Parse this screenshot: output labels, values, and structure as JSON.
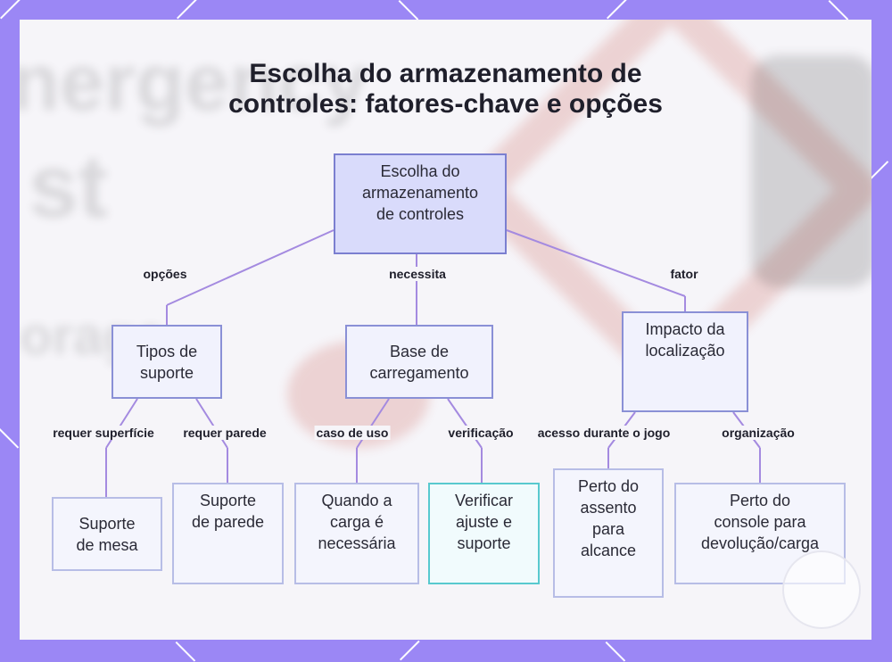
{
  "title_lines": [
    "Escolha do armazenamento de",
    "controles: fatores-chave e opções"
  ],
  "root": {
    "lines": [
      "Escolha do",
      "armazenamento",
      "de controles"
    ]
  },
  "edge_labels": {
    "opcoes": "opções",
    "necessita": "necessita",
    "fator": "fator",
    "requer_superficie": "requer superfície",
    "requer_parede": "requer parede",
    "caso_de_uso": "caso de uso",
    "verificacao": "verificação",
    "acesso": "acesso durante o jogo",
    "organizacao": "organização"
  },
  "level1": {
    "tipos": [
      "Tipos de",
      "suporte"
    ],
    "base": [
      "Base de",
      "carregamento"
    ],
    "impacto": [
      "Impacto da",
      "localização"
    ]
  },
  "leaves": {
    "mesa": [
      "Suporte",
      "de mesa"
    ],
    "parede": [
      "Suporte",
      "de parede"
    ],
    "quando": [
      "Quando a",
      "carga é",
      "necessária"
    ],
    "verificar": [
      "Verificar",
      "ajuste e",
      "suporte"
    ],
    "perto_assento": [
      "Perto do",
      "assento",
      "para",
      "alcance"
    ],
    "perto_console": [
      "Perto do",
      "console para",
      "devolução/carga"
    ]
  },
  "colors": {
    "frame": "#9b87f5",
    "node_border": "#b7bde6",
    "root_fill": "#d9dbfb",
    "edge": "#a48ae0",
    "highlight": "#58c9cf"
  }
}
